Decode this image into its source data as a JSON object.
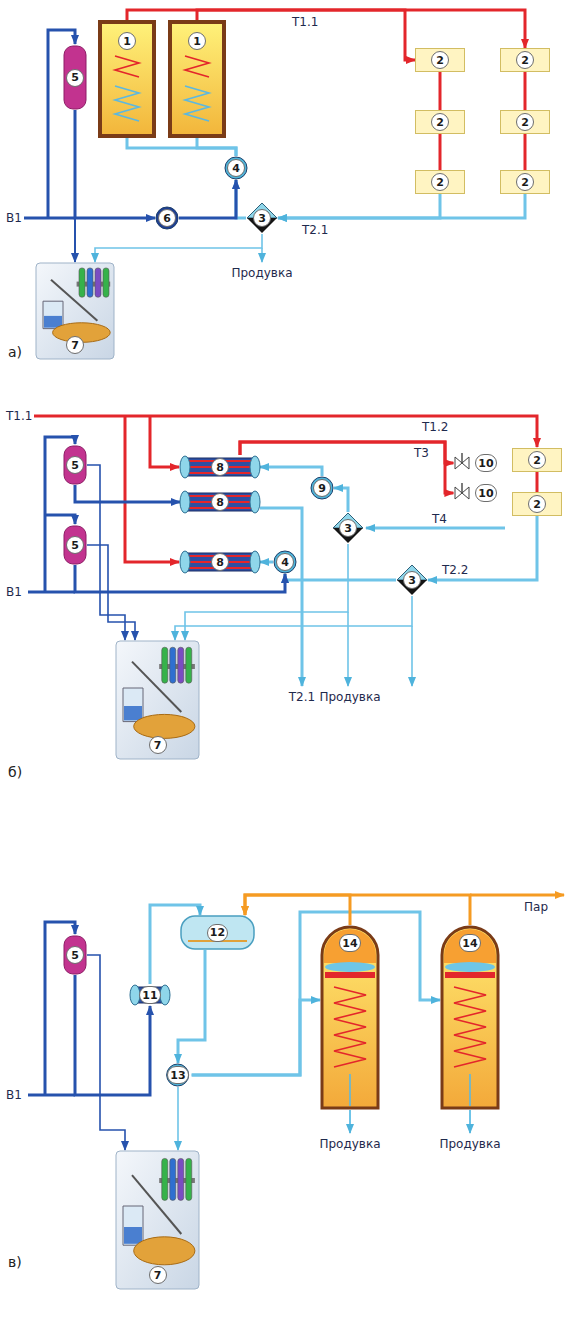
{
  "diagram": {
    "nodes": [
      {
        "text": [
          "1"
        ]
      },
      {
        "text": [
          "1"
        ]
      },
      {
        "text": [
          "2"
        ]
      },
      {
        "text": [
          "2"
        ]
      },
      {
        "text": [
          "2"
        ]
      },
      {
        "text": [
          "2"
        ]
      },
      {
        "text": [
          "2"
        ]
      },
      {
        "text": [
          "2"
        ]
      },
      {
        "text": [
          "3"
        ]
      },
      {
        "text": [
          "4"
        ]
      },
      {
        "text": [
          "5"
        ]
      },
      {
        "text": [
          "6"
        ]
      },
      {
        "text": [
          "7"
        ]
      },
      {
        "text": [
          "2"
        ]
      },
      {
        "text": [
          "2"
        ]
      },
      {
        "text": [
          "10"
        ]
      },
      {
        "text": [
          "10"
        ]
      },
      {
        "text": [
          "5"
        ]
      },
      {
        "text": [
          "8"
        ]
      },
      {
        "text": [
          "8"
        ]
      },
      {
        "text": [
          "9"
        ]
      },
      {
        "text": [
          "3"
        ]
      },
      {
        "text": [
          "5"
        ]
      },
      {
        "text": [
          "8"
        ]
      },
      {
        "text": [
          "4"
        ]
      },
      {
        "text": [
          "3"
        ]
      },
      {
        "text": [
          "7"
        ]
      },
      {
        "text": [
          "12"
        ]
      },
      {
        "text": [
          "5"
        ]
      },
      {
        "text": [
          "11"
        ]
      },
      {
        "text": [
          "13"
        ]
      },
      {
        "text": [
          "14"
        ]
      },
      {
        "text": [
          "14"
        ]
      },
      {
        "text": [
          "7"
        ]
      }
    ],
    "edges": [
      {
        "from": 0,
        "to": 2,
        "arrow": "to"
      },
      {
        "from": 1,
        "to": 3,
        "arrow": "to"
      },
      {
        "from": 2,
        "to": 4,
        "arrow": "none"
      },
      {
        "from": 4,
        "to": 6,
        "arrow": "none"
      },
      {
        "from": 3,
        "to": 5,
        "arrow": "none"
      },
      {
        "from": 5,
        "to": 7,
        "arrow": "none"
      },
      {
        "from": 6,
        "to": 8,
        "arrow": "to"
      },
      {
        "from": 7,
        "to": 8,
        "arrow": "to"
      },
      {
        "from": 8,
        "to": 9,
        "arrow": "to"
      },
      {
        "from": 11,
        "to": 9,
        "arrow": "to"
      },
      {
        "from": 9,
        "to": 0,
        "arrow": "none"
      },
      {
        "from": 9,
        "to": 1,
        "arrow": "none"
      },
      {
        "from": 10,
        "to": 11,
        "arrow": "to"
      },
      {
        "from": 10,
        "to": 12,
        "arrow": "to"
      },
      {
        "from": 8,
        "to": 12,
        "arrow": "to"
      },
      {
        "from": 18,
        "to": 15,
        "arrow": "to"
      },
      {
        "from": 18,
        "to": 16,
        "arrow": "to"
      },
      {
        "from": 21,
        "to": 20,
        "arrow": "to"
      },
      {
        "from": 20,
        "to": 18,
        "arrow": "to"
      },
      {
        "from": 13,
        "to": 14,
        "arrow": "none"
      },
      {
        "from": 14,
        "to": 25,
        "arrow": "to"
      },
      {
        "from": 25,
        "to": 24,
        "arrow": "to"
      },
      {
        "from": 24,
        "to": 23,
        "arrow": "to"
      },
      {
        "from": 17,
        "to": 19,
        "arrow": "to"
      },
      {
        "from": 22,
        "to": 24,
        "arrow": "to"
      },
      {
        "from": 17,
        "to": 26,
        "arrow": "to"
      },
      {
        "from": 22,
        "to": 26,
        "arrow": "to"
      },
      {
        "from": 21,
        "to": 26,
        "arrow": "to"
      },
      {
        "from": 25,
        "to": 26,
        "arrow": "to"
      },
      {
        "from": 29,
        "to": 27,
        "arrow": "to"
      },
      {
        "from": 28,
        "to": 29,
        "arrow": "to"
      },
      {
        "from": 27,
        "to": 30,
        "arrow": "to"
      },
      {
        "from": 30,
        "to": 31,
        "arrow": "to"
      },
      {
        "from": 30,
        "to": 32,
        "arrow": "to"
      },
      {
        "from": 31,
        "to": 27,
        "arrow": "to"
      },
      {
        "from": 32,
        "to": 27,
        "arrow": "to"
      },
      {
        "from": 28,
        "to": 33,
        "arrow": "to"
      },
      {
        "from": 30,
        "to": 33,
        "arrow": "to"
      }
    ],
    "labels": [
      "Т1.1",
      "Т2.1",
      "В1",
      "Продувка",
      "а)",
      "Т1.1",
      "Т1.2",
      "Т3",
      "Т4",
      "Т2.2",
      "В1",
      "Т2.1",
      "Продувка",
      "б)",
      "Пар",
      "В1",
      "Продувка",
      "Продувка",
      "в)"
    ]
  }
}
